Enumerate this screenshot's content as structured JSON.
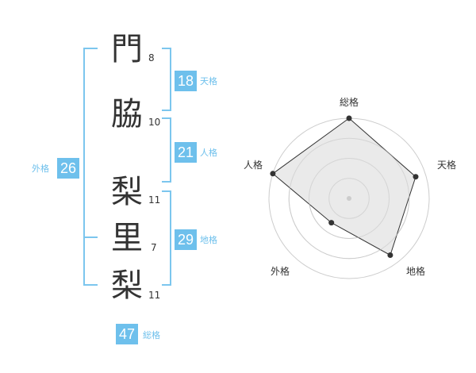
{
  "name": {
    "chars": [
      {
        "char": "門",
        "strokes": "8"
      },
      {
        "char": "脇",
        "strokes": "10"
      },
      {
        "char": "梨",
        "strokes": "11"
      },
      {
        "char": "里",
        "strokes": "7"
      },
      {
        "char": "梨",
        "strokes": "11"
      }
    ]
  },
  "kaku": {
    "tenkaku": {
      "value": "18",
      "label": "天格"
    },
    "jinkaku": {
      "value": "21",
      "label": "人格"
    },
    "chikaku": {
      "value": "29",
      "label": "地格"
    },
    "gaikaku": {
      "value": "26",
      "label": "外格"
    },
    "soukaku": {
      "value": "47",
      "label": "総格"
    }
  },
  "colors": {
    "accent": "#6ec0ec",
    "bracket": "#7cc6ee",
    "text": "#333333",
    "radar_fill": "#e6e6e6",
    "radar_grid": "#cccccc"
  },
  "chart_data": {
    "type": "radar",
    "axes": [
      "総格",
      "天格",
      "地格",
      "外格",
      "人格"
    ],
    "values": [
      4.0,
      3.5,
      3.5,
      1.5,
      4.0
    ],
    "scale_max": 4,
    "rings": 4
  }
}
